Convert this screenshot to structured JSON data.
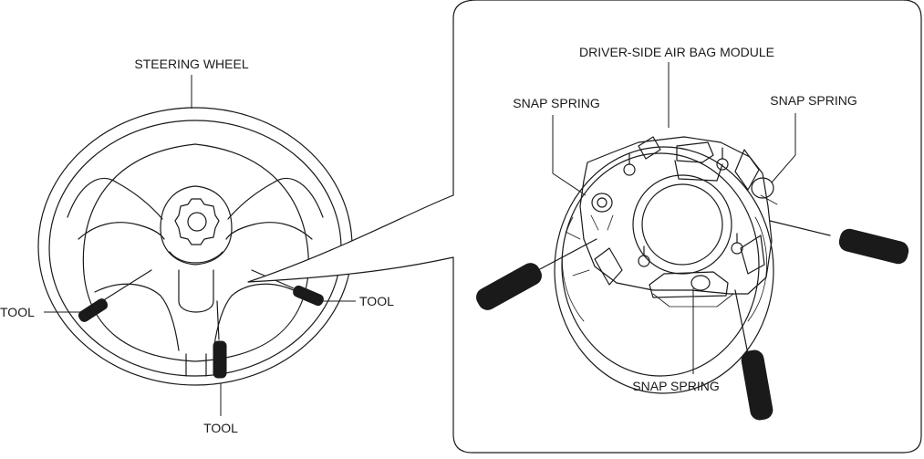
{
  "labels": {
    "steering_wheel": "STEERING WHEEL",
    "tool_left": "TOOL",
    "tool_right": "TOOL",
    "tool_bottom": "TOOL",
    "air_bag_module": "DRIVER-SIDE AIR BAG MODULE",
    "snap_spring_left": "SNAP SPRING",
    "snap_spring_right": "SNAP SPRING",
    "snap_spring_bottom": "SNAP SPRING"
  }
}
